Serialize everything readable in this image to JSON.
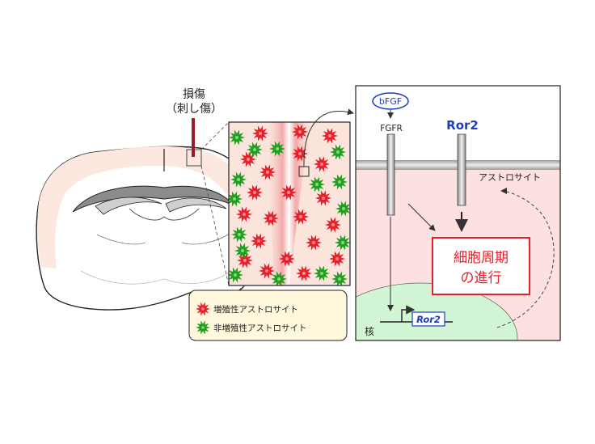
{
  "injury": {
    "title": "損傷",
    "subtitle": "（刺し傷）"
  },
  "legend": {
    "proliferating": "増殖性アストロサイト",
    "non_proliferating": "非増殖性アストロサイト"
  },
  "pathway": {
    "ligand": "bFGF",
    "receptor": "FGFR",
    "ror2_label": "Ror2",
    "membrane_label": "アストロサイト",
    "cell_cycle_line1": "細胞周期",
    "cell_cycle_line2": "の進行",
    "nucleus_label": "核",
    "gene_label": "Ror2"
  },
  "colors": {
    "injury_mark": "#9b1b30",
    "cortex_fill": "#fde8e0",
    "proliferating_cell": "#e8202a",
    "non_proliferating_cell": "#1fa11f",
    "cytoplasm": "#fde1e1",
    "nucleus": "#d2f5d6",
    "cell_cycle_border": "#e8202a",
    "ror2_text": "#1f3dbf",
    "bfgf_text": "#1f3dbf"
  },
  "icons": [
    "astrocyte-star-icon",
    "arrow-icon",
    "promoter-arrow-icon"
  ]
}
